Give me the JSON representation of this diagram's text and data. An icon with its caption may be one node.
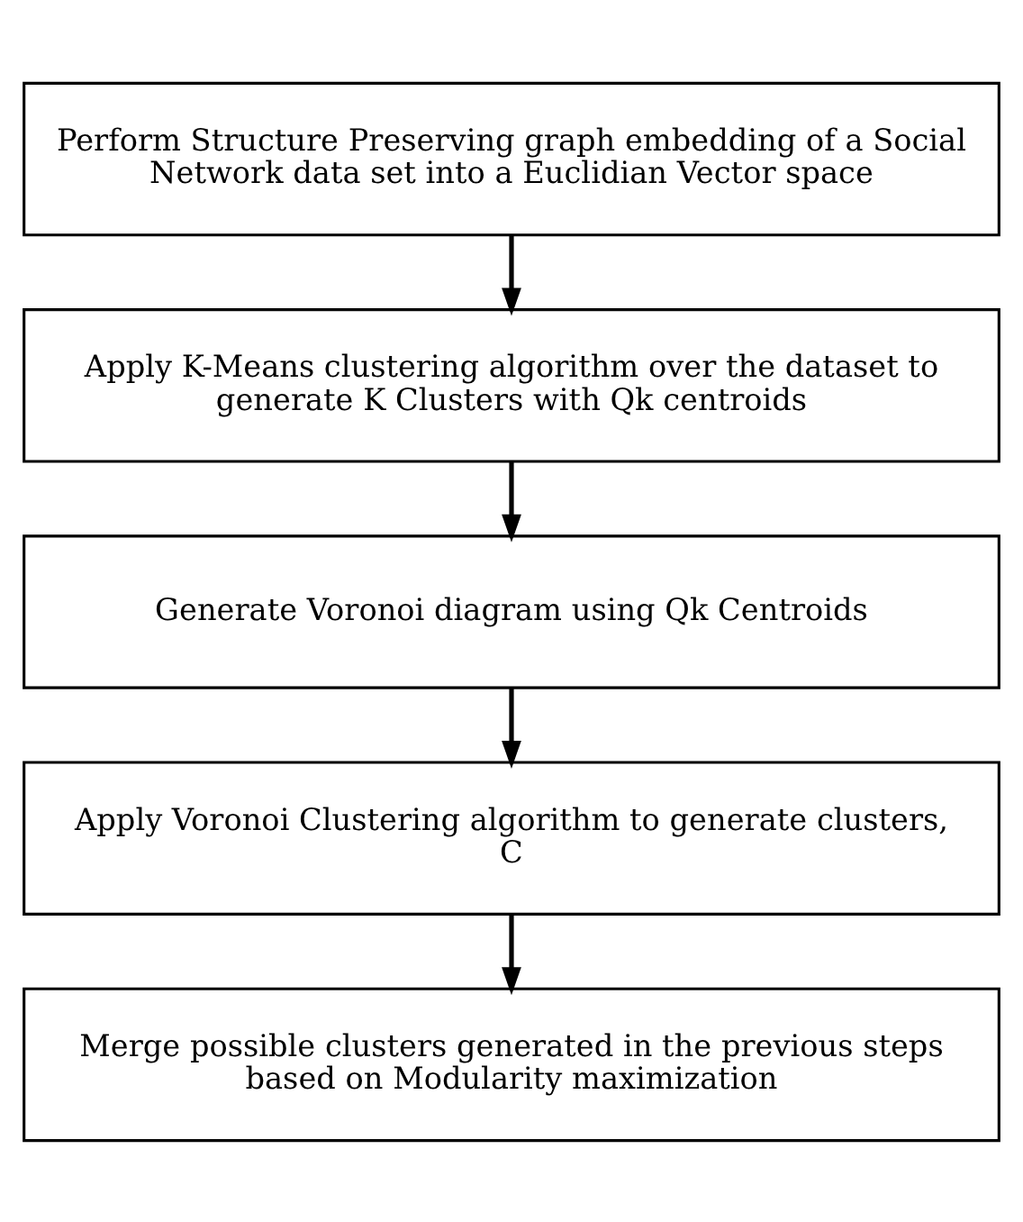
{
  "diagram": {
    "nodes": [
      {
        "text": [
          "Perform Structure Preserving graph embedding of a Social Network data set into a Euclidian Vector space"
        ]
      },
      {
        "text": [
          "Apply K-Means clustering algorithm over the dataset to generate K Clusters with Qk centroids"
        ]
      },
      {
        "text": [
          "Generate Voronoi diagram using Qk Centroids"
        ]
      },
      {
        "text": [
          "Apply Voronoi Clustering algorithm to generate clusters, C"
        ]
      },
      {
        "text": [
          "Merge possible clusters generated in the previous steps based on Modularity maximization"
        ]
      }
    ],
    "edges": [
      {
        "from": 0,
        "to": 1,
        "arrow": "to"
      },
      {
        "from": 1,
        "to": 2,
        "arrow": "to"
      },
      {
        "from": 2,
        "to": 3,
        "arrow": "to"
      },
      {
        "from": 3,
        "to": 4,
        "arrow": "to"
      }
    ]
  }
}
